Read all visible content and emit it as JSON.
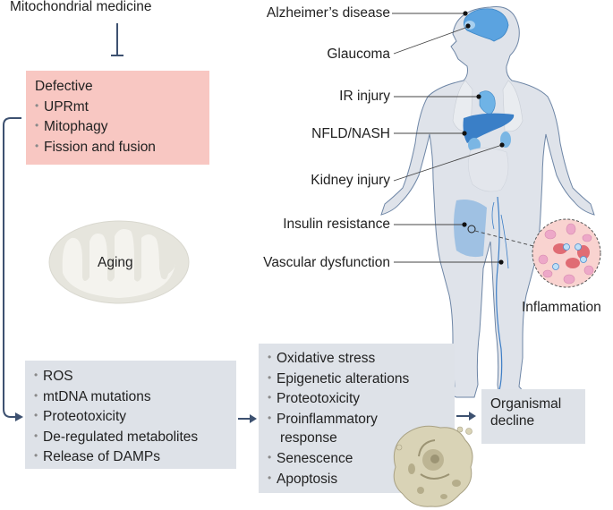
{
  "top": {
    "title": "Mitochondrial medicine"
  },
  "defective_box": {
    "heading": "Defective",
    "items": [
      "UPRmt",
      "Mitophagy",
      "Fission and fusion"
    ]
  },
  "mitochondrion": {
    "label": "Aging"
  },
  "causes_box": {
    "items": [
      "ROS",
      "mtDNA mutations",
      "Proteotoxicity",
      "De-regulated metabolites",
      "Release of DAMPs"
    ]
  },
  "effects_box": {
    "items": [
      "Oxidative stress",
      "Epigenetic alterations",
      "Proteotoxicity",
      "Proinflammatory",
      "response",
      "Senescence",
      "Apoptosis"
    ]
  },
  "outcome_box": {
    "line1": "Organismal",
    "line2": "decline"
  },
  "body_labels": {
    "alzheimers": "Alzheimer’s disease",
    "glaucoma": "Glaucoma",
    "ir_injury": "IR injury",
    "nfld": "NFLD/NASH",
    "kidney": "Kidney injury",
    "insulin": "Insulin resistance",
    "vascular": "Vascular dysfunction",
    "inflammation": "Inflammation"
  },
  "bullet_glyph": "•",
  "colors": {
    "arrow": "#3d5170",
    "pink_box": "#f8c7c2",
    "gray_box": "#dee2e8",
    "body_fill": "#dfe3ea",
    "organ_blue": "#4a8fd0"
  }
}
